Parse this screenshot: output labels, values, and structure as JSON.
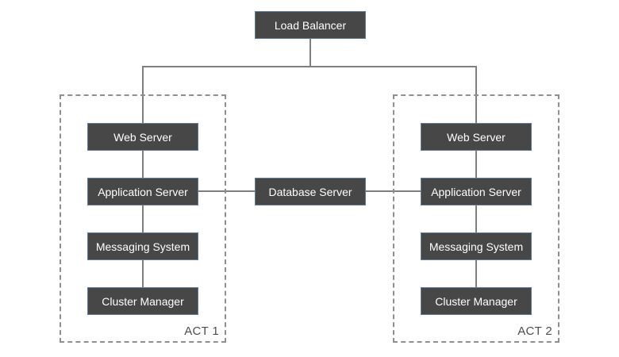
{
  "diagram": {
    "type": "system-architecture-diagram",
    "top_node": "Load Balancer",
    "middle_node": "Database Server",
    "clusters": [
      {
        "label": "ACT 1",
        "nodes": [
          "Web Server",
          "Application Server",
          "Messaging System",
          "Cluster Manager"
        ]
      },
      {
        "label": "ACT 2",
        "nodes": [
          "Web Server",
          "Application Server",
          "Messaging System",
          "Cluster Manager"
        ]
      }
    ],
    "connections": [
      "Load Balancer -> ACT 1 Web Server",
      "Load Balancer -> ACT 2 Web Server",
      "ACT 1 Web Server -> ACT 1 Application Server",
      "ACT 1 Application Server -> ACT 1 Messaging System",
      "ACT 1 Messaging System -> ACT 1 Cluster Manager",
      "ACT 2 Web Server -> ACT 2 Application Server",
      "ACT 2 Application Server -> ACT 2 Messaging System",
      "ACT 2 Messaging System -> ACT 2 Cluster Manager",
      "ACT 1 Application Server -> Database Server",
      "Database Server -> ACT 2 Application Server"
    ]
  },
  "colors": {
    "background": "#ffffff",
    "node_fill": "#474747",
    "node_border": "#607d99",
    "node_text": "#ffffff",
    "edge": "#7f7f7f",
    "dashed_border": "#8f8f8f",
    "label_text": "#4d4d4d"
  }
}
